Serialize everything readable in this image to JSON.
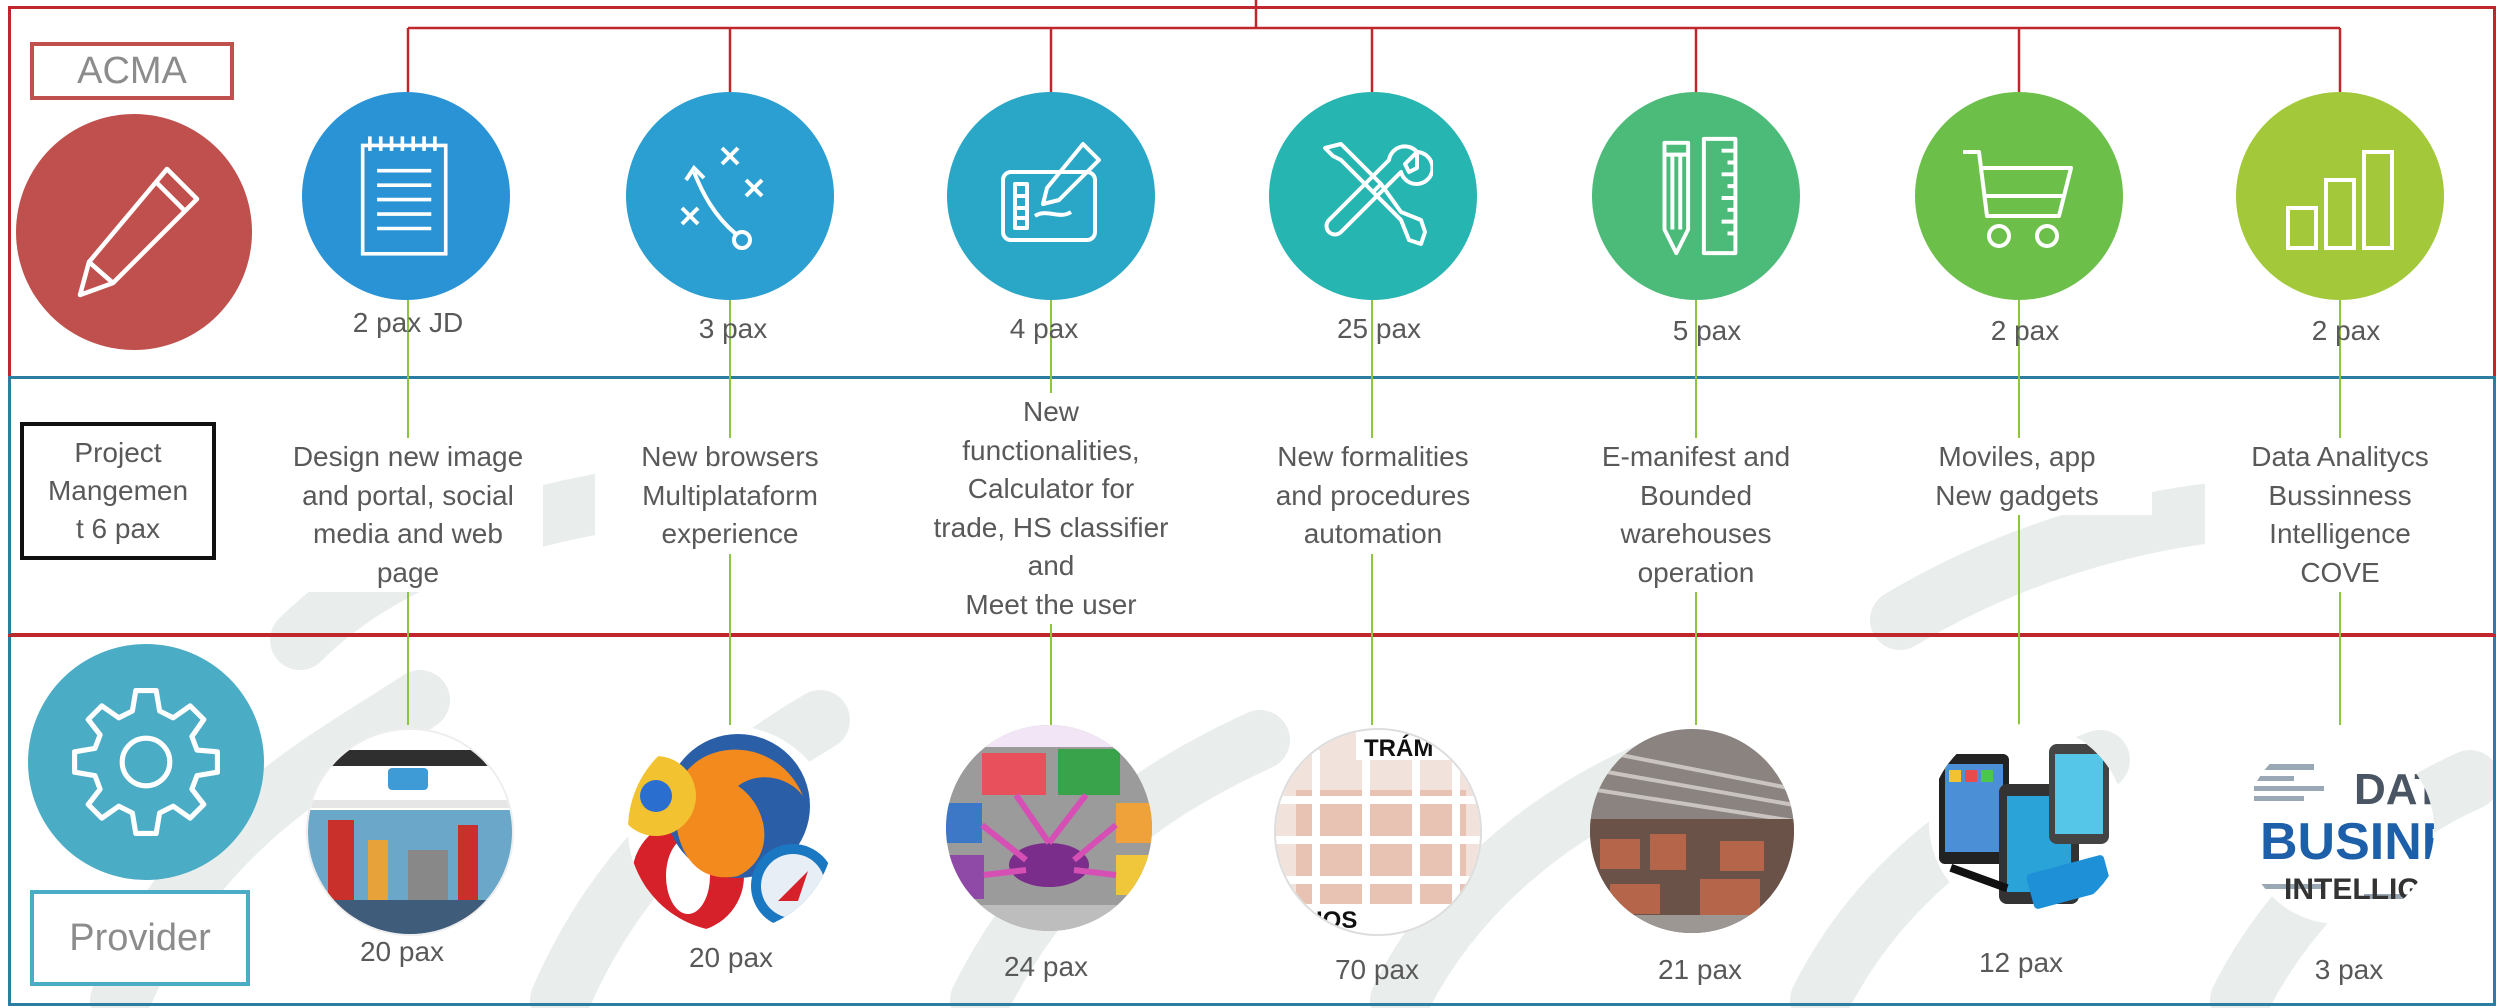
{
  "acma_label": "ACMA",
  "provider_label": "Provider",
  "pm_label": "Project Mangemen t 6 pax",
  "columns": [
    {
      "icon": "notepad-icon",
      "color": "#2a93d5",
      "acma_pax": "2 pax JD",
      "desc": "Design new image and portal, social media and web page",
      "provider_pax": "20 pax",
      "photo": "portal-screenshot"
    },
    {
      "icon": "strategy-icon",
      "color": "#2b9fd1",
      "acma_pax": "3 pax",
      "desc": "New browsers Multiplataform experience",
      "provider_pax": "20 pax",
      "photo": "browser-logos"
    },
    {
      "icon": "tablet-pen-icon",
      "color": "#2aa7c7",
      "acma_pax": "4 pax",
      "desc": "New functionalities, Calculator for trade, HS classifier and Meet the user",
      "provider_pax": "24 pax",
      "photo": "tigie-diagram"
    },
    {
      "icon": "tools-icon",
      "color": "#26b5b0",
      "acma_pax": "25 pax",
      "desc": "New formalities and procedures automation",
      "provider_pax": "70 pax",
      "photo": "tramites-image"
    },
    {
      "icon": "pencil-ruler-icon",
      "color": "#4cbb7a",
      "acma_pax": "5 pax",
      "desc": "E-manifest and Bounded warehouses operation",
      "provider_pax": "21 pax",
      "photo": "warehouse-image"
    },
    {
      "icon": "cart-icon",
      "color": "#6cc04a",
      "acma_pax": "2 pax",
      "desc": "Moviles, app New gadgets",
      "provider_pax": "12 pax",
      "photo": "mobile-devices"
    },
    {
      "icon": "bar-chart-icon",
      "color": "#a3c93a",
      "acma_pax": "2 pax",
      "desc": "Data Analitycs Bussinness Intelligence COVE",
      "provider_pax": "3 pax",
      "photo": "business-intelligence-wordcloud"
    }
  ],
  "colors": {
    "red": "#c0272d",
    "blue": "#2b7ea1",
    "acma_circle": "#c0504d",
    "provider_circle": "#4bacc6"
  }
}
